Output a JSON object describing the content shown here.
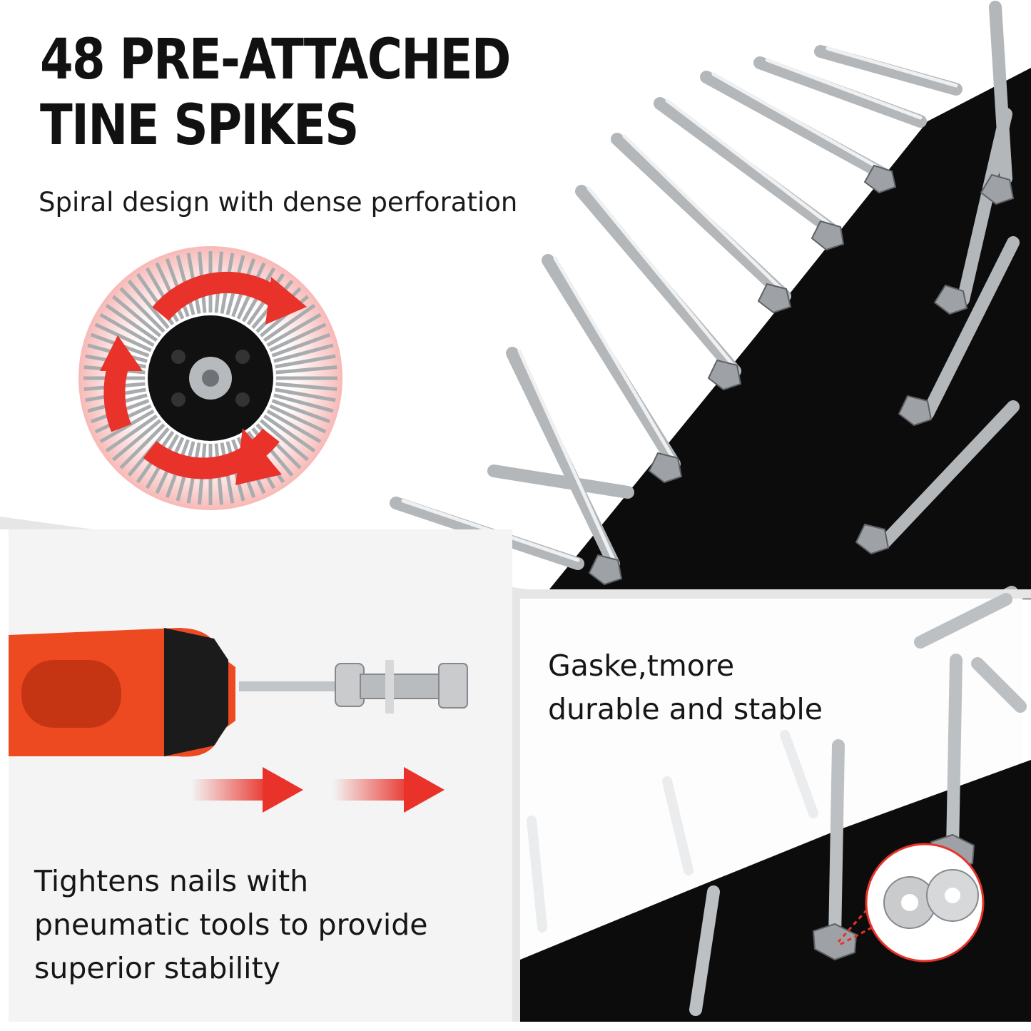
{
  "headline": {
    "line1": "48 PRE-ATTACHED",
    "line2": "TINE SPIKES"
  },
  "subtitle": "Spiral design with dense perforation",
  "tool_panel": {
    "lines": [
      "Tightens nails with",
      "pneumatic tools to provide",
      "superior stability"
    ]
  },
  "gasket_panel": {
    "lines": [
      "Gaske,tmore",
      "durable and stable"
    ]
  },
  "colors": {
    "accent_red": "#e8322a",
    "drill_orange": "#ee4a22",
    "roller_black": "#0c0c0c",
    "steel": "#c9cbcd"
  },
  "icons": [
    "spiral-rotation-arrows-icon",
    "right-arrow-icon",
    "gasket-washer-icon"
  ]
}
